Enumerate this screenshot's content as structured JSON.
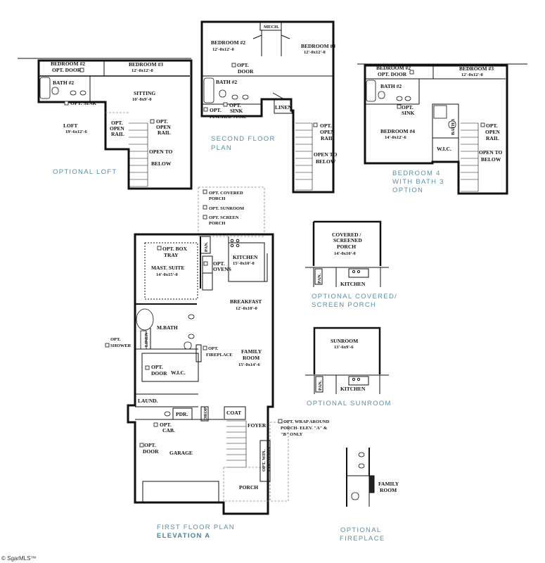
{
  "captions": {
    "optional_loft": "OPTIONAL LOFT",
    "second_floor_1": "SECOND FLOOR",
    "second_floor_2": "PLAN",
    "bedroom4_1": "BEDROOM 4",
    "bedroom4_2": "WITH BATH 3",
    "bedroom4_3": "OPTION",
    "covered_1": "OPTIONAL COVERED/",
    "covered_2": "SCREEN PORCH",
    "sunroom": "OPTIONAL SUNROOM",
    "first_floor": "FIRST FLOOR PLAN",
    "elevation": "ELEVATION A",
    "fireplace_1": "OPTIONAL",
    "fireplace_2": "FIREPLACE"
  },
  "watermark": "© SgarMLS™",
  "loft": {
    "bedroom2": "BEDROOM #2",
    "opt_door": "OPT. DOOR",
    "bedroom3": "BEDROOM #3",
    "bedroom3_dim": "12'-0x12'-0",
    "bath2": "BATH #2",
    "sitting": "SITTING",
    "sitting_dim": "10'-0x9'-0",
    "opt_sink": "OPT. SINK",
    "loft": "LOFT",
    "loft_dim": "19'-6x12'-6",
    "opt_open_rail_a1": "OPT.",
    "opt_open_rail_a2": "OPEN",
    "opt_open_rail_a3": "RAIL",
    "opt_open_rail_b1": "OPT.",
    "opt_open_rail_b2": "OPEN",
    "opt_open_rail_b3": "RAIL",
    "open_to_below_1": "OPEN TO",
    "open_to_below_2": "BELOW"
  },
  "second": {
    "mech": "MECH.",
    "bedroom2": "BEDROOM #2",
    "bedroom2_dim": "12'-0x12'-0",
    "bedroom3": "BEDROOM #3",
    "bedroom3_dim": "12'-0x12'-0",
    "opt": "OPT.",
    "door": "DOOR",
    "bath2": "BATH #2",
    "opt_sink_1": "OPT.",
    "opt_sink_2": "SINK",
    "opt_finished_1": "OPT.",
    "opt_finished_2": "FINISHED STOR.",
    "linen": "LINEN",
    "opt_open_rail_1": "OPT.",
    "opt_open_rail_2": "OPEN",
    "opt_open_rail_3": "RAIL",
    "open_to_below_1": "OPEN TO",
    "open_to_below_2": "BELOW"
  },
  "bed4": {
    "bedroom2": "BEDROOM #2",
    "opt_door": "OPT. DOOR",
    "bedroom3": "BEDROOM #3",
    "bedroom3_dim": "12'-0x12'-0",
    "bath2": "BATH #2",
    "opt_sink_1": "OPT.",
    "opt_sink_2": "SINK",
    "bedroom4": "BEDROOM #4",
    "bedroom4_dim": "14'-0x12'-6",
    "bath3": "BATH 3",
    "wic": "W.I.C.",
    "opt_open_rail_1": "OPT.",
    "opt_open_rail_2": "OPEN",
    "opt_open_rail_3": "RAIL",
    "open_to_below_1": "OPEN TO",
    "open_to_below_2": "BELOW"
  },
  "first": {
    "opt_covered_porch_1": "OPT. COVERED",
    "opt_covered_porch_2": "PORCH",
    "opt_sunroom": "OPT. SUNROOM",
    "opt_screen_porch_1": "OPT. SCREEN",
    "opt_screen_porch_2": "PORCH",
    "opt_box_tray_1": "OPT. BOX",
    "opt_box_tray_2": "TRAY",
    "mast_suite": "MAST. SUITE",
    "mast_suite_dim": "14'-0x15'-0",
    "pan": "PAN.",
    "kitchen": "KITCHEN",
    "kitchen_dim": "15'-0x10'-0",
    "opt_ovens_1": "OPT.",
    "opt_ovens_2": "OVENS",
    "breakfast": "BREAKFAST",
    "breakfast_dim": "12'-0x10'-0",
    "m_bath": "M.BATH",
    "linen": "LINEN",
    "opt_shower_1": "OPT.",
    "opt_shower_2": "SHOWER",
    "opt_fireplace_1": "OPT.",
    "opt_fireplace_2": "FIREPLACE",
    "family_room_1": "FAMILY",
    "family_room_2": "ROOM",
    "family_room_dim": "15'-0x14'-6",
    "opt_door_1": "OPT.",
    "opt_door_2": "DOOR",
    "wic": "W.I.C.",
    "laund": "LAUND.",
    "pdr": "PDR.",
    "drop": "DROP",
    "coat": "COAT",
    "opt_cab_1": "OPT.",
    "opt_cab_2": "CAB.",
    "foyer": "FOYER",
    "opt_wrap_1": "OPT. WRAP AROUND",
    "opt_wrap_2": "PORCH- ELEV. \"A\" &",
    "opt_wrap_3": "\"B\" ONLY",
    "opt_garage_door_1": "OPT.",
    "opt_garage_door_2": "DOOR",
    "garage": "GARAGE",
    "opt_win_1": "OPT. WIN.",
    "opt_win_2": "LOCATION",
    "porch": "PORCH"
  },
  "covered": {
    "label_1": "COVERED /",
    "label_2": "SCREENED",
    "label_3": "PORCH",
    "dim": "14'-0x10'-0",
    "pan": "PAN.",
    "kitchen": "KITCHEN"
  },
  "sunroom": {
    "label": "SUNROOM",
    "dim": "13'-6x9'-6",
    "pan": "PAN.",
    "kitchen": "KITCHEN"
  },
  "fireplace": {
    "family": "FAMILY",
    "room": "ROOM"
  }
}
